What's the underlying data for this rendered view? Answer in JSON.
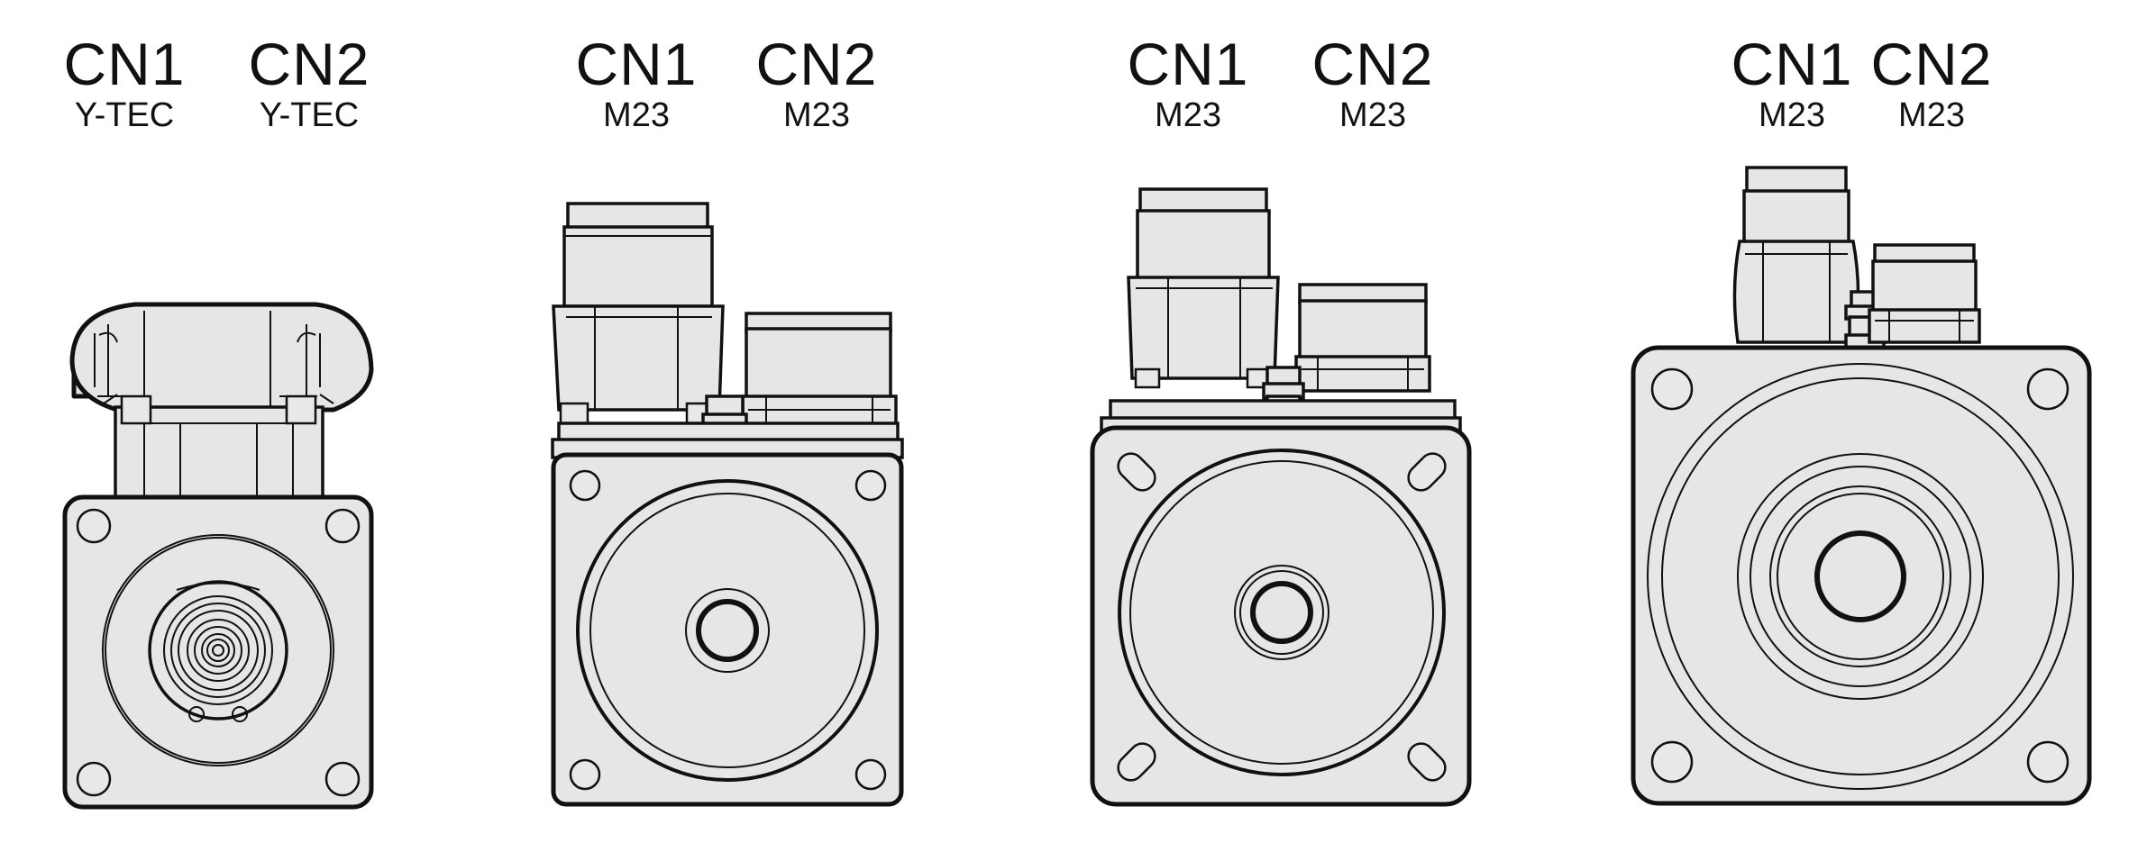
{
  "motors": [
    {
      "cn1": {
        "name": "CN1",
        "connector": "Y-TEC"
      },
      "cn2": {
        "name": "CN2",
        "connector": "Y-TEC"
      }
    },
    {
      "cn1": {
        "name": "CN1",
        "connector": "M23"
      },
      "cn2": {
        "name": "CN2",
        "connector": "M23"
      }
    },
    {
      "cn1": {
        "name": "CN1",
        "connector": "M23"
      },
      "cn2": {
        "name": "CN2",
        "connector": "M23"
      }
    },
    {
      "cn1": {
        "name": "CN1",
        "connector": "M23"
      },
      "cn2": {
        "name": "CN2",
        "connector": "M23"
      }
    }
  ],
  "colors": {
    "stroke": "#111111",
    "fill_light": "#e8e8e8",
    "fill_body": "#e4e4e4",
    "background": "#ffffff"
  }
}
